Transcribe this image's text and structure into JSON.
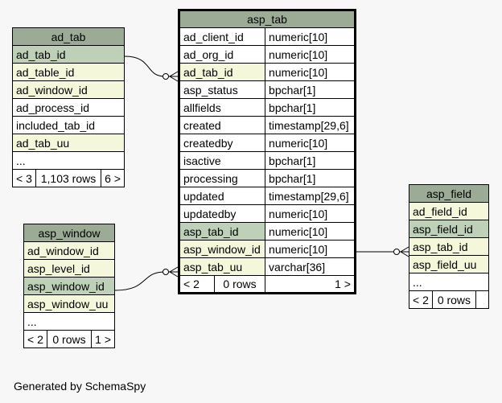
{
  "tables": {
    "ad_tab": {
      "name": "ad_tab",
      "columns": [
        "ad_tab_id",
        "ad_table_id",
        "ad_window_id",
        "ad_process_id",
        "included_tab_id",
        "ad_tab_uu",
        "..."
      ],
      "footer": [
        "< 3",
        "1,103 rows",
        "6 >"
      ]
    },
    "asp_window": {
      "name": "asp_window",
      "columns": [
        "ad_window_id",
        "asp_level_id",
        "asp_window_id",
        "asp_window_uu",
        "..."
      ],
      "footer": [
        "< 2",
        "0 rows",
        "1 >"
      ]
    },
    "asp_tab": {
      "name": "asp_tab",
      "columns": [
        {
          "name": "ad_client_id",
          "type": "numeric[10]"
        },
        {
          "name": "ad_org_id",
          "type": "numeric[10]"
        },
        {
          "name": "ad_tab_id",
          "type": "numeric[10]"
        },
        {
          "name": "asp_status",
          "type": "bpchar[1]"
        },
        {
          "name": "allfields",
          "type": "bpchar[1]"
        },
        {
          "name": "created",
          "type": "timestamp[29,6]"
        },
        {
          "name": "createdby",
          "type": "numeric[10]"
        },
        {
          "name": "isactive",
          "type": "bpchar[1]"
        },
        {
          "name": "processing",
          "type": "bpchar[1]"
        },
        {
          "name": "updated",
          "type": "timestamp[29,6]"
        },
        {
          "name": "updatedby",
          "type": "numeric[10]"
        },
        {
          "name": "asp_tab_id",
          "type": "numeric[10]"
        },
        {
          "name": "asp_window_id",
          "type": "numeric[10]"
        },
        {
          "name": "asp_tab_uu",
          "type": "varchar[36]"
        }
      ],
      "footer": [
        "< 2",
        "0 rows",
        "1 >"
      ]
    },
    "asp_field": {
      "name": "asp_field",
      "columns": [
        "ad_field_id",
        "asp_field_id",
        "asp_tab_id",
        "asp_field_uu",
        "..."
      ],
      "footer": [
        "< 2",
        "0 rows",
        ""
      ]
    }
  },
  "colors": {
    "header": "#9bab96",
    "primary_key": "#bed1b8",
    "foreign_key": "#f4f7da"
  },
  "footer_text": "Generated by SchemaSpy"
}
